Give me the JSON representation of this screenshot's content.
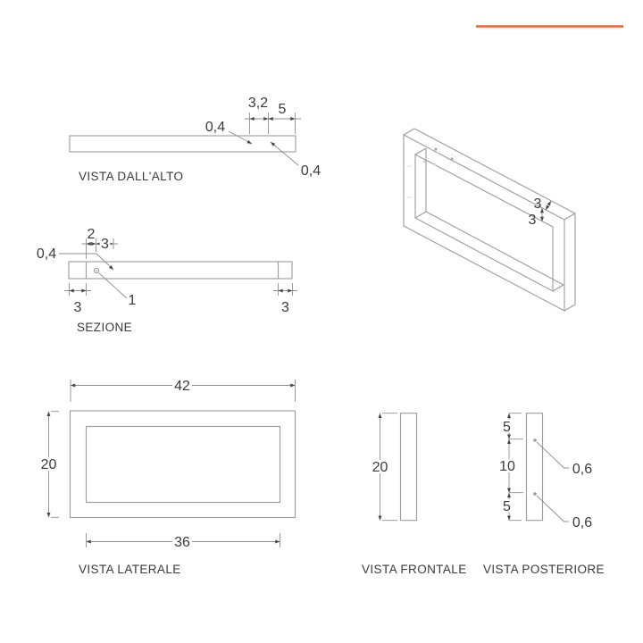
{
  "accent": {
    "color": "#f05f2c"
  },
  "style": {
    "object_line_color": "#9b9b9b",
    "dimension_line_color": "#8f8f8f",
    "arrow_color": "#454545",
    "text_color": "#3a3a3a",
    "hidden_detail_color": "#d9d9d9"
  },
  "views": {
    "top": {
      "label": "VISTA DALL'ALTO",
      "dim_hole_spacing": "3,2",
      "dim_end_offset": "5",
      "dim_hole_upper": "0,4",
      "dim_hole_lower": "0,4"
    },
    "section": {
      "label": "SEZIONE",
      "dim_offset": "2",
      "dim_inset": "3",
      "dim_thickness": "0,4",
      "callout_hole": "1",
      "dim_end_left": "3",
      "dim_end_right": "3"
    },
    "perspective": {
      "dim_depth": "3",
      "dim_profile": "3"
    },
    "side": {
      "label": "VISTA LATERALE",
      "dim_outer_width": "42",
      "dim_height": "20",
      "dim_inner_width": "36"
    },
    "front": {
      "label": "VISTA FRONTALE",
      "dim_height": "20"
    },
    "rear": {
      "label": "VISTA POSTERIORE",
      "dim_top": "5",
      "dim_mid": "10",
      "dim_bottom": "5",
      "dim_hole_upper": "0,6",
      "dim_hole_lower": "0,6"
    }
  }
}
